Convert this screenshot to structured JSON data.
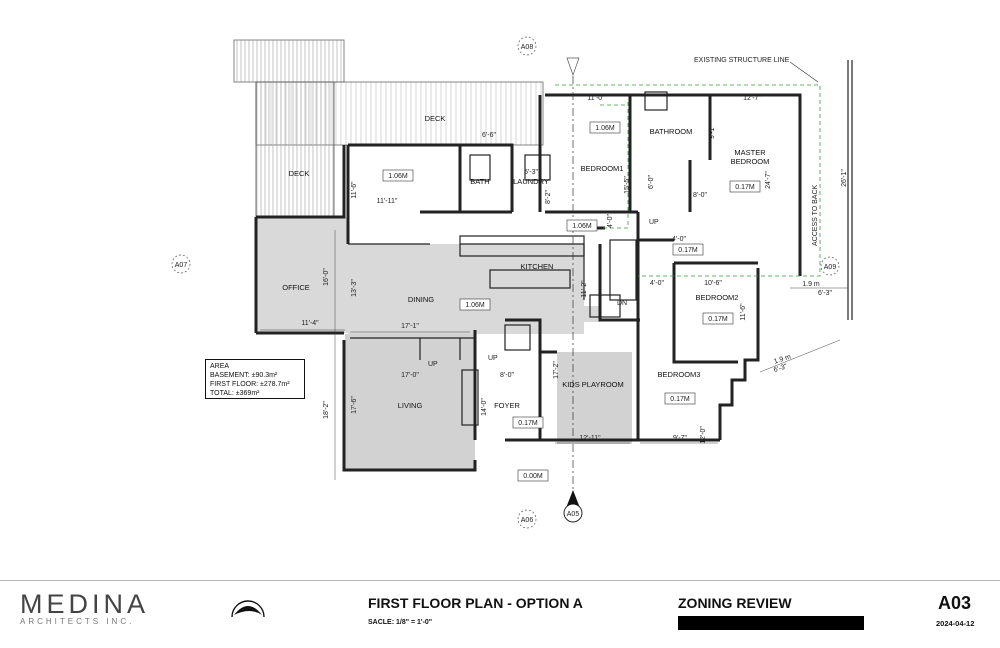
{
  "rooms": {
    "deck_top": "DECK",
    "deck_left": "DECK",
    "bath": "BATH",
    "laundry": "LAUNDRY",
    "bedroom1": "BEDROOM1",
    "bathroom": "BATHROOM",
    "master": "MASTER",
    "master2": "BEDROOM",
    "kitchen": "KITCHEN",
    "office": "OFFICE",
    "dining": "DINING",
    "living": "LIVING",
    "foyer": "FOYER",
    "kids": "KIDS PLAYROOM",
    "bedroom2": "BEDROOM2",
    "bedroom3": "BEDROOM3"
  },
  "annotations": {
    "existing_structure": "EXISTING STRUCTURE LINE",
    "access_to_back": "ACCESS TO BACK",
    "up1": "UP",
    "up2": "UP",
    "up3": "UP",
    "dn": "DN"
  },
  "section_markers": {
    "a08": "A08",
    "a07": "A07",
    "a09": "A09",
    "a06": "A06",
    "a05": "A05"
  },
  "elevations": {
    "e1": "1.06M",
    "e2": "1.06M",
    "e3": "1.06M",
    "e4": "1.06M",
    "e5": "0.17M",
    "e6": "0.17M",
    "e7": "0.17M",
    "e8": "0.17M",
    "e9": "0.17M",
    "e10": "0.00M"
  },
  "dimensions": {
    "d1": "6'-6\"",
    "d2": "11'-0\"",
    "d3": "12'-7\"",
    "d4": "9'-1\"",
    "d5": "5'-3\"",
    "d6": "8'-2\"",
    "d7": "11'-6\"",
    "d8": "11'-11\"",
    "d9": "15'-5\"",
    "d10": "6'-0\"",
    "d11": "8'-0\"",
    "d12": "4'-0\"",
    "d13": "4'-0\"",
    "d14": "24'-7\"",
    "d15": "26'-1\"",
    "d16": "16'-0\"",
    "d17": "13'-3\"",
    "d18": "11'-2\"",
    "d19": "4'-0\"",
    "d20": "10'-6\"",
    "d21": "11'-6\"",
    "d22": "1.9 m",
    "d23": "6'-3\"",
    "d24": "11'-4\"",
    "d25": "17'-1\"",
    "d26": "17'-0\"",
    "d27": "8'-0\"",
    "d28": "17'-2\"",
    "d29": "17'-6\"",
    "d30": "18'-2\"",
    "d31": "14'-0\"",
    "d32": "12'-11\"",
    "d33": "9'-7\"",
    "d34": "12'-0\"",
    "d35": "1.9 m",
    "d36": "6'-3\""
  },
  "area": {
    "title": "AREA",
    "basement": "BASEMENT: ±90.3m²",
    "first_floor": "FIRST FLOOR: ±278.7m²",
    "total": "TOTAL:  ±369m²"
  },
  "title_block": {
    "logo": "MEDINA",
    "logo_sub": "ARCHITECTS  INC.",
    "sheet_title": "FIRST FLOOR PLAN - OPTION A",
    "scale": "SACLE:  1/8\" = 1'-0\"",
    "zoning": "ZONING REVIEW",
    "sheet_number": "A03",
    "date": "2024-04-12"
  }
}
